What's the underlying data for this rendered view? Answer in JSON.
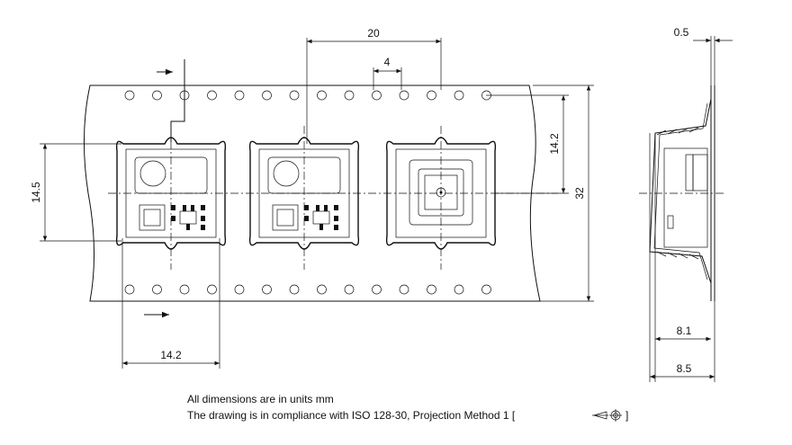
{
  "dimensions": {
    "pitch_pocket": "20",
    "pitch_hole": "4",
    "hole_to_pocket": "14.2",
    "tape_width": "32",
    "pocket_height": "14.5",
    "pocket_width": "14.2",
    "tape_thickness": "0.5",
    "pocket_depth": "8.1",
    "total_depth": "8.5"
  },
  "notes": {
    "units": "All dimensions are in units mm",
    "compliance_prefix": "The drawing is in compliance with ISO 128-30, Projection Method 1 [",
    "compliance_suffix": "]"
  },
  "symbols": {
    "projection": "first-angle-projection-icon"
  }
}
